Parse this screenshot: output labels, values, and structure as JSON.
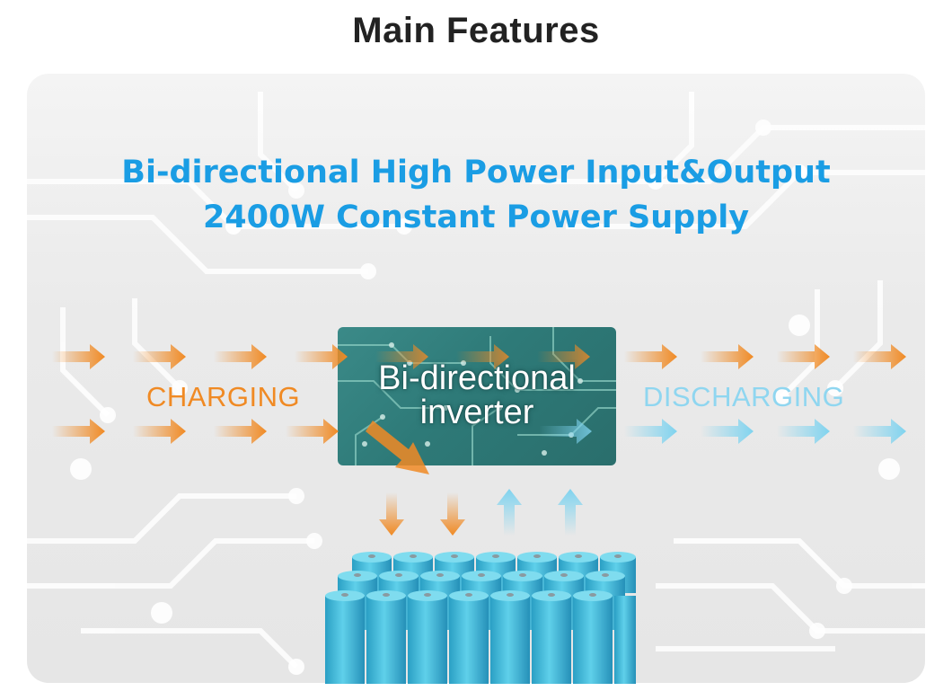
{
  "page": {
    "title": "Main Features"
  },
  "headline": {
    "line1": "Bi-directional High Power Input&Output",
    "line2": "2400W Constant Power Supply"
  },
  "diagram": {
    "charging_label": "CHARGING",
    "discharging_label": "DISCHARGING",
    "inverter_label_line1": "Bi-directional",
    "inverter_label_line2": "inverter"
  },
  "colors": {
    "title": "#222222",
    "headline_blue": "#1a9de4",
    "charging_orange": "#f08a24",
    "discharging_blue": "#7fd3ef",
    "battery_teal": "#38b6d6"
  },
  "icons": {
    "charge_arrow": "right-arrow-orange",
    "discharge_arrow": "right-arrow-blue",
    "down_arrow": "down-arrow-orange",
    "up_arrow": "up-arrow-blue",
    "battery": "battery-cell"
  }
}
